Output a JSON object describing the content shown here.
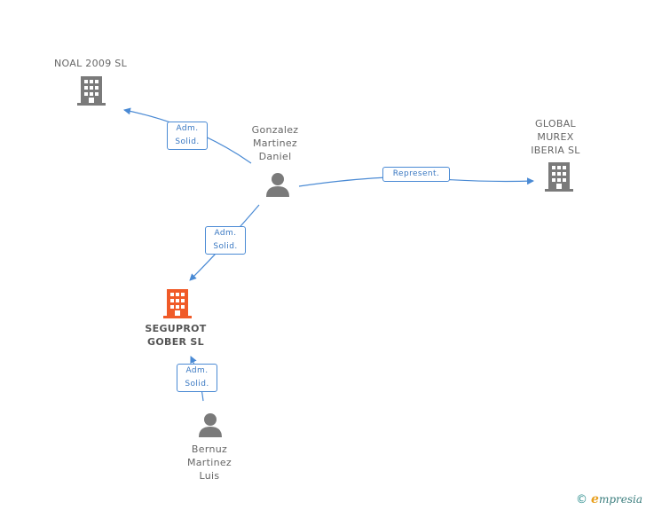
{
  "nodes": {
    "noal": {
      "label_lines": [
        "NOAL 2009 SL"
      ],
      "type": "company"
    },
    "gonzalez": {
      "label_lines": [
        "Gonzalez",
        "Martinez",
        "Daniel"
      ],
      "type": "person"
    },
    "global": {
      "label_lines": [
        "GLOBAL",
        "MUREX",
        "IBERIA SL"
      ],
      "type": "company"
    },
    "seguprot": {
      "label_lines": [
        "SEGUPROT",
        "GOBER SL"
      ],
      "type": "company-main"
    },
    "bernuz": {
      "label_lines": [
        "Bernuz",
        "Martinez",
        "Luis"
      ],
      "type": "person"
    }
  },
  "edges": [
    {
      "from": "gonzalez",
      "to": "noal",
      "label_lines": [
        "Adm.",
        "Solid."
      ]
    },
    {
      "from": "gonzalez",
      "to": "global",
      "label_lines": [
        "Represent."
      ]
    },
    {
      "from": "gonzalez",
      "to": "seguprot",
      "label_lines": [
        "Adm.",
        "Solid."
      ]
    },
    {
      "from": "bernuz",
      "to": "seguprot",
      "label_lines": [
        "Adm.",
        "Solid."
      ]
    }
  ],
  "colors": {
    "company": "#7a7a7a",
    "company_main": "#f05a28",
    "person": "#7a7a7a",
    "edge": "#4a8ad4"
  },
  "footer": {
    "copyright": "©",
    "brand_initial": "e",
    "brand_rest": "mpresia"
  }
}
